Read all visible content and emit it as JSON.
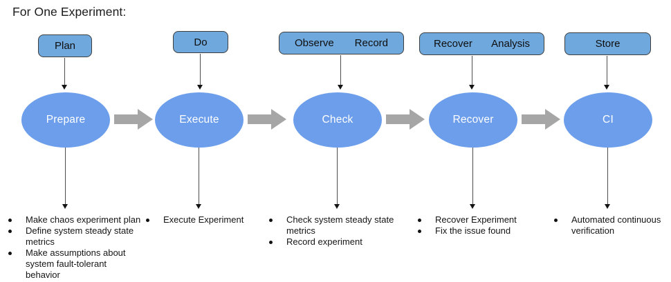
{
  "title": "For One Experiment:",
  "colors": {
    "box_fill": "#6fa8dc",
    "box_border": "#3d3d3d",
    "ellipse_fill": "#6d9eeb",
    "ellipse_text": "#ffffff",
    "flow_arrow": "#a6a6a6",
    "text": "#141414",
    "background": "#ffffff"
  },
  "stages": [
    {
      "box_labels": [
        "Plan"
      ],
      "ellipse_label": "Prepare",
      "bullets": [
        "Make chaos experiment plan",
        "Define system steady state metrics",
        "Make assumptions about system fault-tolerant behavior"
      ]
    },
    {
      "box_labels": [
        "Do"
      ],
      "ellipse_label": "Execute",
      "bullets": [
        "Execute Experiment"
      ]
    },
    {
      "box_labels": [
        "Observe",
        "Record"
      ],
      "ellipse_label": "Check",
      "bullets": [
        "Check system steady state metrics",
        "Record experiment"
      ]
    },
    {
      "box_labels": [
        "Recover",
        "Analysis"
      ],
      "ellipse_label": "Recover",
      "bullets": [
        "Recover Experiment",
        "Fix the issue found"
      ]
    },
    {
      "box_labels": [
        "Store"
      ],
      "ellipse_label": "CI",
      "bullets": [
        "Automated continuous verification"
      ]
    }
  ]
}
